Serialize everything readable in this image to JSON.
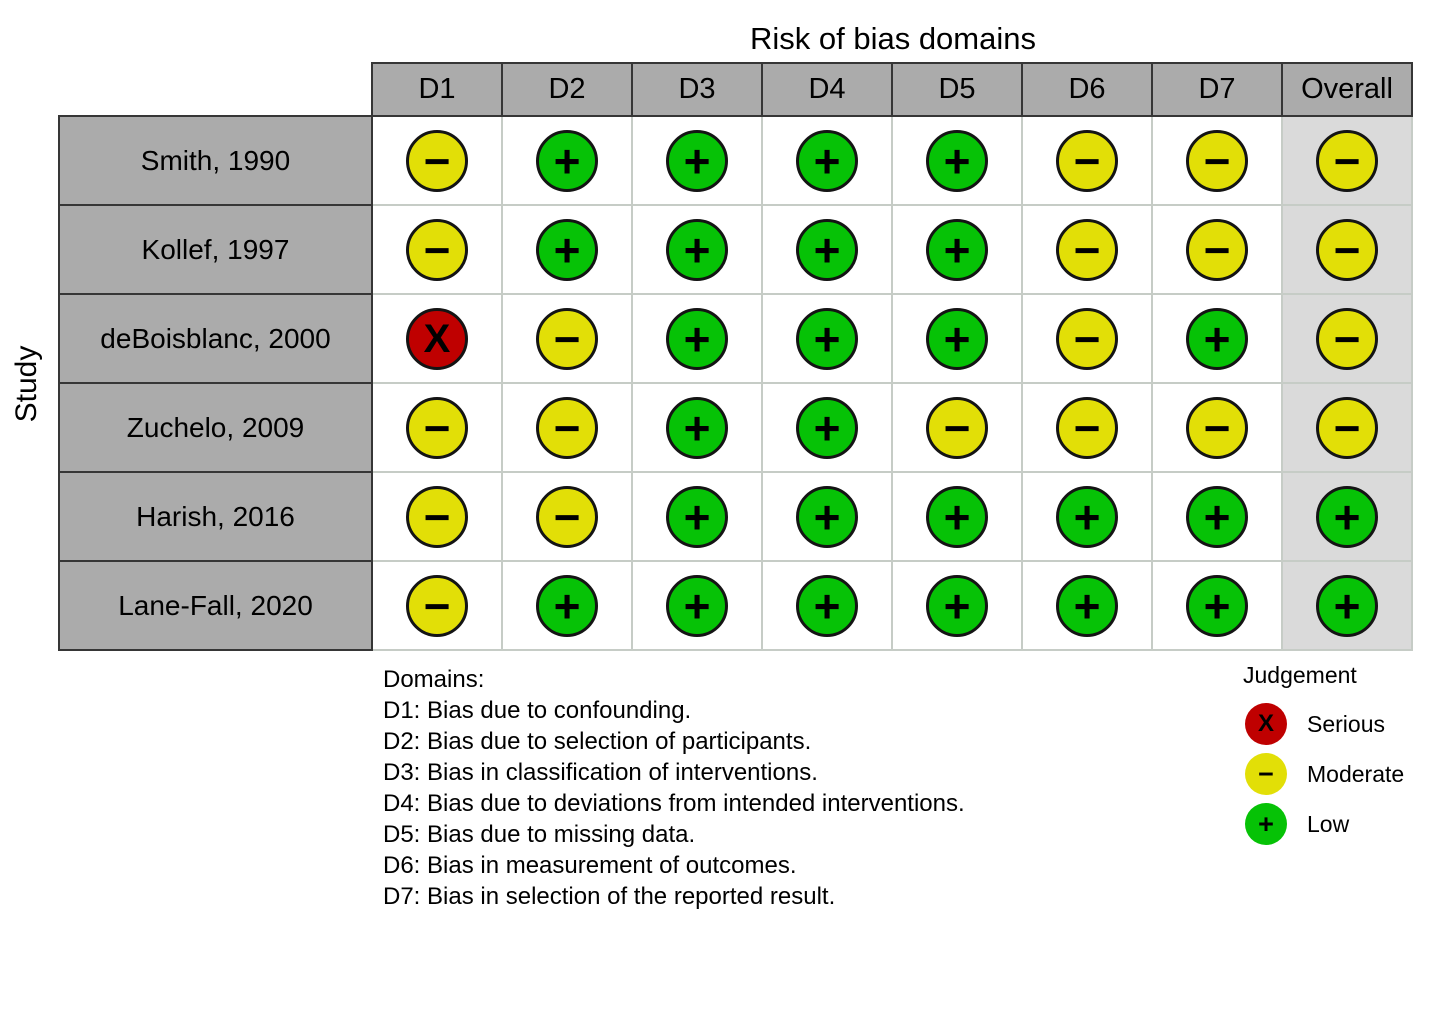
{
  "chart_data": {
    "type": "table",
    "title": "Risk of bias domains",
    "ylabel": "Study",
    "columns": [
      "D1",
      "D2",
      "D3",
      "D4",
      "D5",
      "D6",
      "D7",
      "Overall"
    ],
    "rows": [
      {
        "study": "Smith, 1990",
        "cells": [
          {
            "j": "Moderate",
            "s": "−"
          },
          {
            "j": "Low",
            "s": "+"
          },
          {
            "j": "Low",
            "s": "+"
          },
          {
            "j": "Low",
            "s": "+"
          },
          {
            "j": "Low",
            "s": "+"
          },
          {
            "j": "Moderate",
            "s": "−"
          },
          {
            "j": "Moderate",
            "s": "−"
          },
          {
            "j": "Moderate",
            "s": "−"
          }
        ]
      },
      {
        "study": "Kollef, 1997",
        "cells": [
          {
            "j": "Moderate",
            "s": "−"
          },
          {
            "j": "Low",
            "s": "+"
          },
          {
            "j": "Low",
            "s": "+"
          },
          {
            "j": "Low",
            "s": "+"
          },
          {
            "j": "Low",
            "s": "+"
          },
          {
            "j": "Moderate",
            "s": "−"
          },
          {
            "j": "Moderate",
            "s": "−"
          },
          {
            "j": "Moderate",
            "s": "−"
          }
        ]
      },
      {
        "study": "deBoisblanc, 2000",
        "cells": [
          {
            "j": "Serious",
            "s": "X"
          },
          {
            "j": "Moderate",
            "s": "−"
          },
          {
            "j": "Low",
            "s": "+"
          },
          {
            "j": "Low",
            "s": "+"
          },
          {
            "j": "Low",
            "s": "+"
          },
          {
            "j": "Moderate",
            "s": "−"
          },
          {
            "j": "Low",
            "s": "+"
          },
          {
            "j": "Moderate",
            "s": "−"
          }
        ]
      },
      {
        "study": "Zuchelo, 2009",
        "cells": [
          {
            "j": "Moderate",
            "s": "−"
          },
          {
            "j": "Moderate",
            "s": "−"
          },
          {
            "j": "Low",
            "s": "+"
          },
          {
            "j": "Low",
            "s": "+"
          },
          {
            "j": "Moderate",
            "s": "−"
          },
          {
            "j": "Moderate",
            "s": "−"
          },
          {
            "j": "Moderate",
            "s": "−"
          },
          {
            "j": "Moderate",
            "s": "−"
          }
        ]
      },
      {
        "study": "Harish, 2016",
        "cells": [
          {
            "j": "Moderate",
            "s": "−"
          },
          {
            "j": "Moderate",
            "s": "−"
          },
          {
            "j": "Low",
            "s": "+"
          },
          {
            "j": "Low",
            "s": "+"
          },
          {
            "j": "Low",
            "s": "+"
          },
          {
            "j": "Low",
            "s": "+"
          },
          {
            "j": "Low",
            "s": "+"
          },
          {
            "j": "Low",
            "s": "+"
          }
        ]
      },
      {
        "study": "Lane-Fall, 2020",
        "cells": [
          {
            "j": "Moderate",
            "s": "−"
          },
          {
            "j": "Low",
            "s": "+"
          },
          {
            "j": "Low",
            "s": "+"
          },
          {
            "j": "Low",
            "s": "+"
          },
          {
            "j": "Low",
            "s": "+"
          },
          {
            "j": "Low",
            "s": "+"
          },
          {
            "j": "Low",
            "s": "+"
          },
          {
            "j": "Low",
            "s": "+"
          }
        ]
      }
    ],
    "domains_note": {
      "heading": "Domains:",
      "items": [
        "D1: Bias due to confounding.",
        "D2: Bias due to selection of participants.",
        "D3: Bias in classification of interventions.",
        "D4: Bias due to deviations from intended interventions.",
        "D5: Bias due to missing data.",
        "D6: Bias in measurement of outcomes.",
        "D7: Bias in selection of the reported result."
      ]
    },
    "legend": {
      "title": "Judgement",
      "items": [
        {
          "label": "Serious",
          "j": "Serious",
          "s": "X"
        },
        {
          "label": "Moderate",
          "j": "Moderate",
          "s": "−"
        },
        {
          "label": "Low",
          "j": "Low",
          "s": "+"
        }
      ]
    }
  },
  "colors": {
    "low": "#06C206",
    "moderate": "#E2DF07",
    "serious": "#BF0000",
    "header_bg": "#ABABAB",
    "overall_bg": "#DADADA",
    "grid_line": "#C6CCC6",
    "dark_border": "#363636"
  }
}
